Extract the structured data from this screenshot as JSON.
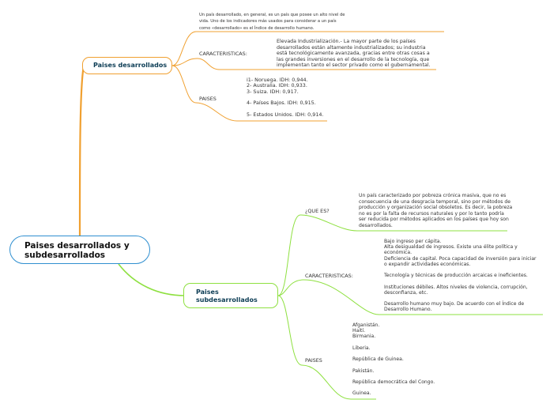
{
  "root": {
    "title": "Paises desarrollados y\nsubdesarrollados"
  },
  "developed": {
    "title": "Paises desarrollados",
    "definition": "Un país desarrollado, en general, es un país que posee un alto nivel de\nvida. Uno de los indicadores más usados para considerar a un país\ncomo «desarrollado» es el Índice de desarrollo humano.",
    "characteristics_label": "CARACTERISTICAS:",
    "characteristics_text": "Elevada Industrialización.- La mayor parte de los países\ndesarrollados están altamente industrializados; su industria\nestá tecnológicamente avanzada, gracias entre otras cosas a\nlas grandes inversiones en el desarrollo de la tecnología, que\nimplementan tanto el sector privado como el gubernamental.",
    "countries_label": "PAISES",
    "countries_text": "i1- Noruega. IDH: 0,944.\n2- Australia. IDH: 0,933.\n3- Suiza. IDH: 0,917.\n\n4- Países Bajos. IDH: 0,915.\n\n5- Estados Unidos. IDH: 0,914."
  },
  "underdeveloped": {
    "title": "Paises\nsubdesarrollados",
    "what_label": "¿QUE ES?",
    "what_text": "Un país caracterizado por pobreza crónica masiva, que no es\nconsecuencia de una desgracia temporal, sino por métodos de\nproducción y organización social obsoletos. Es decir, la pobreza\nno es por la falta de recursos naturales y por lo tanto podría\nser reducida por métodos aplicados en los países que hoy son\ndesarrollados.",
    "characteristics_label": "CARACTERISTICAS:",
    "characteristics_text": "Bajo ingreso per cápita.\nAlta desigualdad de ingresos. Existe una élite política y\neconómica.\nDeficiencia de capital. Poca capacidad de inversión para iniciar\no expandir actividades económicas.\n\nTecnología y técnicas de producción arcaicas e ineficientes.\n\nInstituciones débiles. Altos niveles de violencia, corrupción,\ndesconfianza, etc.\n\nDesarrollo humano muy bajo. De acuerdo con el Índice de\nDesarrollo Humano.",
    "countries_label": "PAISES",
    "countries_text": "Afganistán.\nHaití.\nBirmania.\n\nLiberia.\n\nRepública de Guinea.\n\nPakistán.\n\nRepública democrática del Congo.\n\nGuinea."
  },
  "colors": {
    "developed": "#f0a030",
    "underdeveloped": "#8ee040",
    "root": "#2f8fd0"
  }
}
